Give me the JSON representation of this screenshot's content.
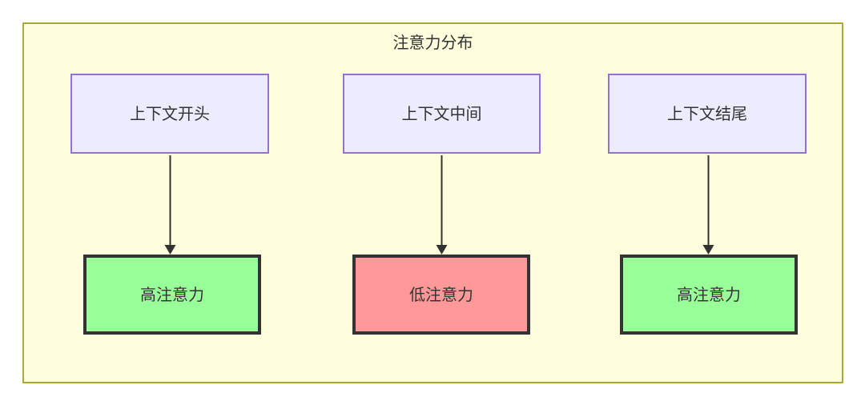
{
  "diagram": {
    "title": "注意力分布",
    "background_color": "#ffffff",
    "cluster": {
      "fill": "#ffffde",
      "stroke": "#aaaa33"
    },
    "colors": {
      "context_fill": "#ececff",
      "context_stroke": "#9370db",
      "high_attention_fill": "#99ff99",
      "low_attention_fill": "#ff9999",
      "emphasis_stroke": "#333333",
      "edge_stroke": "#333333",
      "text": "#333333"
    },
    "nodes": {
      "context_start": "上下文开头",
      "context_middle": "上下文中间",
      "context_end": "上下文结尾",
      "attention_start": "高注意力",
      "attention_middle": "低注意力",
      "attention_end": "高注意力"
    },
    "edges": [
      {
        "from": "上下文开头",
        "to": "高注意力",
        "label": ""
      },
      {
        "from": "上下文中间",
        "to": "低注意力",
        "label": ""
      },
      {
        "from": "上下文结尾",
        "to": "高注意力",
        "label": ""
      }
    ]
  }
}
